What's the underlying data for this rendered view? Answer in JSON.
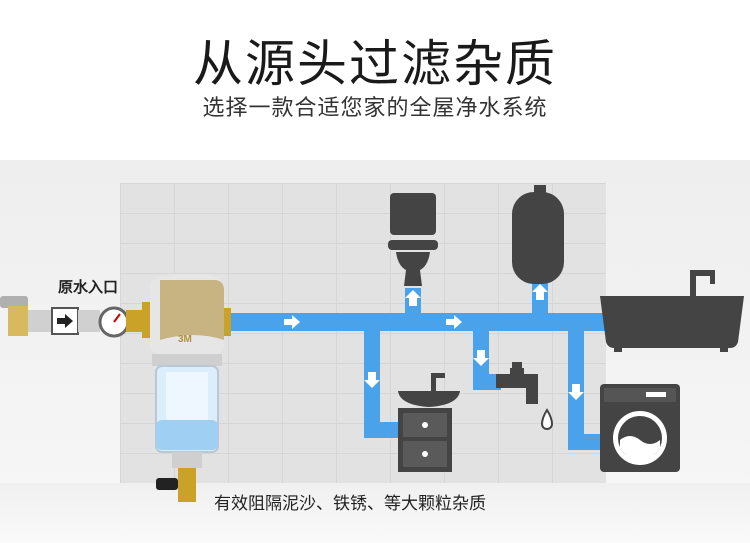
{
  "heading": {
    "title": "从源头过滤杂质",
    "subtitle": "选择一款合适您家的全屋净水系统"
  },
  "labels": {
    "inlet": "原水入口",
    "note": "有效阻隔泥沙、铁锈、等大颗粒杂质",
    "brand": "3M"
  },
  "colors": {
    "pipe": "#4aa3ea",
    "appliance": "#444444",
    "filter_cap": "#c8b483",
    "brass": "#c9a227"
  },
  "icons": [
    "toilet-icon",
    "water-heater-icon",
    "bathtub-icon",
    "washbasin-icon",
    "faucet-icon",
    "washing-machine-icon",
    "filter-icon",
    "pressure-gauge-icon",
    "flow-arrow-icon",
    "water-drop-icon"
  ]
}
